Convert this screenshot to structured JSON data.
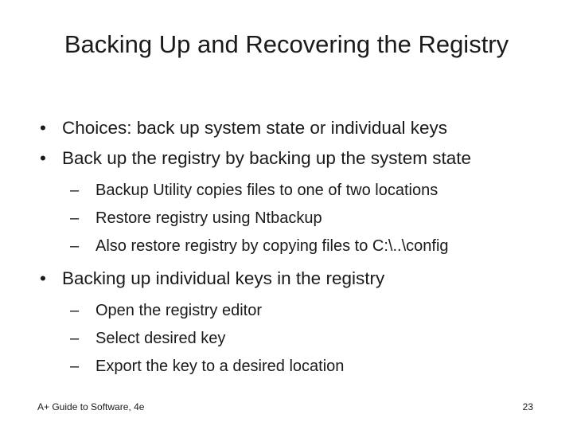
{
  "slide": {
    "title": "Backing Up and Recovering the Registry",
    "bullets": [
      {
        "level": 1,
        "marker": "•",
        "text": "Choices: back up system state or individual keys"
      },
      {
        "level": 1,
        "marker": "•",
        "text": "Back up the registry by backing up the system state"
      },
      {
        "level": 2,
        "marker": "–",
        "text": "Backup Utility copies files to one of two locations"
      },
      {
        "level": 2,
        "marker": "–",
        "text": "Restore registry using Ntbackup"
      },
      {
        "level": 2,
        "marker": "–",
        "text": "Also restore registry by copying files to C:\\..\\config"
      },
      {
        "level": 1,
        "marker": "•",
        "text": "Backing up individual keys in the registry"
      },
      {
        "level": 2,
        "marker": "–",
        "text": "Open the registry editor"
      },
      {
        "level": 2,
        "marker": "–",
        "text": "Select desired key"
      },
      {
        "level": 2,
        "marker": "–",
        "text": "Export the key to a desired location"
      }
    ],
    "footer": {
      "note": "A+ Guide to Software, 4e",
      "page_number": "23"
    },
    "colors": {
      "background": "#ffffff",
      "text": "#1a1a1a"
    }
  }
}
